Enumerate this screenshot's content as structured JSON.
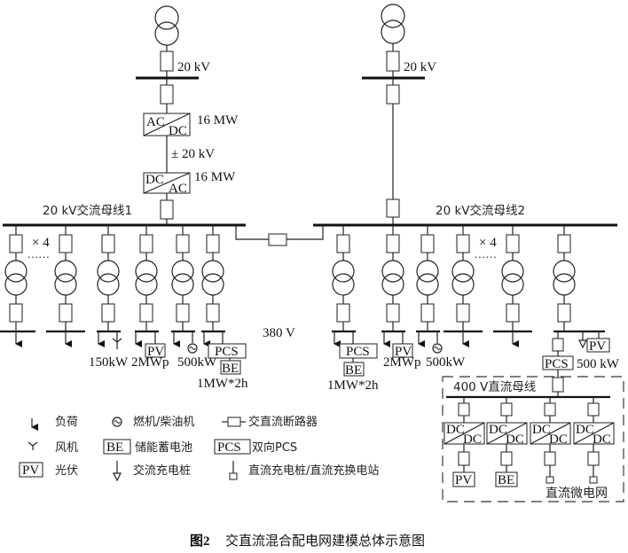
{
  "diagram": {
    "caption": {
      "figure_number": "图2",
      "title": "交直流混合配电网建模总体示意图"
    },
    "left_source": {
      "bus_voltage": "20 kV",
      "converter1": {
        "top": "AC",
        "bottom": "DC",
        "rating": "16 MW"
      },
      "dc_link_voltage": "± 20 kV",
      "converter2": {
        "top": "DC",
        "bottom": "AC",
        "rating": "16 MW"
      }
    },
    "right_source": {
      "bus_voltage": "20 kV"
    },
    "bus1": {
      "label": "20 kV交流母线1"
    },
    "bus2": {
      "label": "20 kV交流母线2"
    },
    "low_voltage_label": "380 V",
    "bus1_feeders": {
      "multiplier": "× 4",
      "ellipsis": "......",
      "wind_rating": "150kW",
      "pv_box": "PV",
      "pv_rating": "2MWp",
      "gen_rating": "500kW",
      "pcs_box": "PCS",
      "be_box": "BE",
      "storage_rating": "1MW*2h"
    },
    "bus2_feeders": {
      "multiplier": "× 4",
      "ellipsis": "......",
      "pcs_box": "PCS",
      "be_box": "BE",
      "storage_rating": "1MW*2h",
      "pv_box": "PV",
      "pv_rating": "2MWp",
      "gen_rating": "500kW",
      "dc_pcs_box": "PCS",
      "charger_pv_box": "PV",
      "charger_pv_rating": "500 kW"
    },
    "dc_microgrid": {
      "bus_label": "400 V直流母线",
      "name": "直流微电网",
      "converters": [
        {
          "top": "DC",
          "bottom": "DC",
          "device": "PV"
        },
        {
          "top": "DC",
          "bottom": "DC",
          "device": "BE"
        },
        {
          "top": "DC",
          "bottom": "DC",
          "device": ""
        },
        {
          "top": "DC",
          "bottom": "DC",
          "device": ""
        }
      ]
    },
    "legend": [
      {
        "icon": "load-arrow-icon",
        "label": "负荷"
      },
      {
        "icon": "wind-turbine-icon",
        "label": "风机"
      },
      {
        "icon": "pv-box-icon",
        "box": "PV",
        "label": "光伏"
      },
      {
        "icon": "generator-icon",
        "label": "燃机/柴油机"
      },
      {
        "icon": "battery-box-icon",
        "box": "BE",
        "label": "储能蓄电池"
      },
      {
        "icon": "ac-charger-icon",
        "label": "交流充电桩"
      },
      {
        "icon": "breaker-icon",
        "label": "交直流断路器"
      },
      {
        "icon": "pcs-box-icon",
        "box": "PCS",
        "label": "双向PCS"
      },
      {
        "icon": "dc-charger-icon",
        "label": "直流充电桩/直流充换电站"
      }
    ]
  }
}
